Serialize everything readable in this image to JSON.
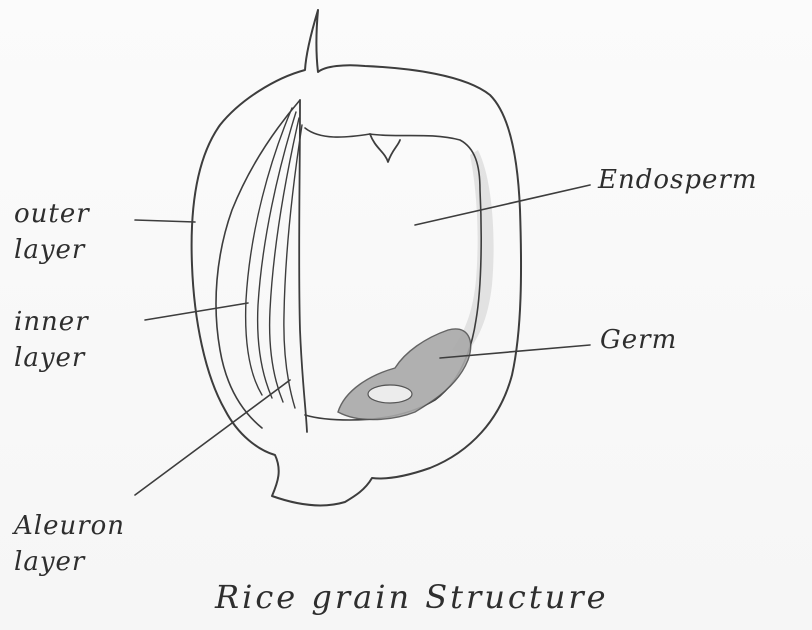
{
  "diagram": {
    "title": "Rice grain Structure",
    "labels": {
      "outer_layer": [
        "outer",
        "layer"
      ],
      "inner_layer": [
        "inner",
        "layer"
      ],
      "aleuron_layer": [
        "Aleuron",
        "layer"
      ],
      "endosperm": "Endosperm",
      "germ": "Germ"
    },
    "colors": {
      "ink": "#3d3d3d",
      "germ_shade": "#a9a9a9",
      "endosperm_shade": "#d9d9d9",
      "paper": "#f8f8f8"
    }
  }
}
